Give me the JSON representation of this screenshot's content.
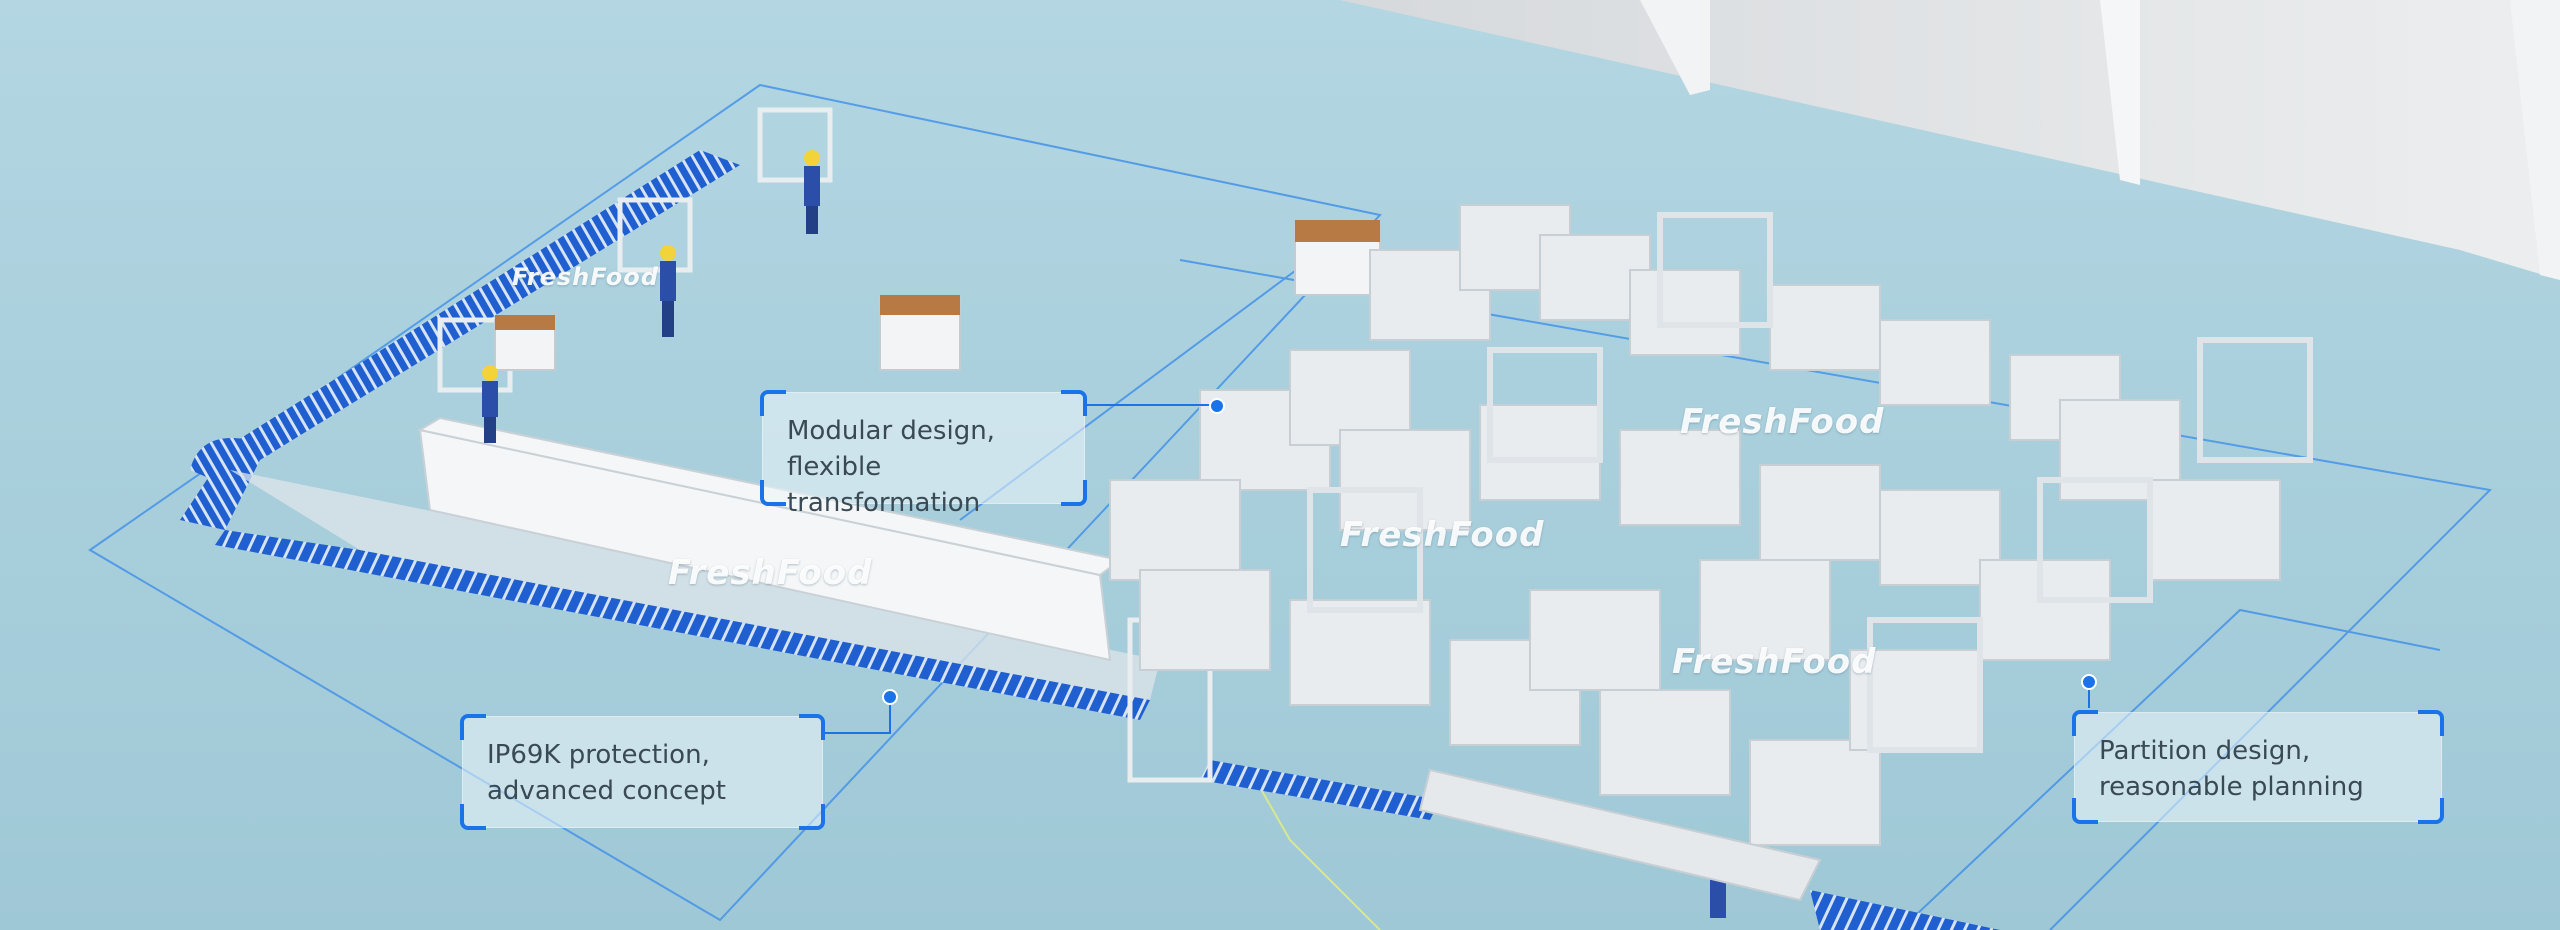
{
  "brand": {
    "watermark": "FreshFood"
  },
  "callouts": {
    "modular": "Modular design, flexible transformation",
    "ip69k": "IP69K protection, advanced concept",
    "partition": "Partition design, reasonable planning"
  },
  "colors": {
    "floor": "#a8cfdc",
    "wall": "#e2e4e6",
    "accent": "#1a73e8",
    "conveyor": "#1f5fd0",
    "machine": "#e8ebee"
  }
}
